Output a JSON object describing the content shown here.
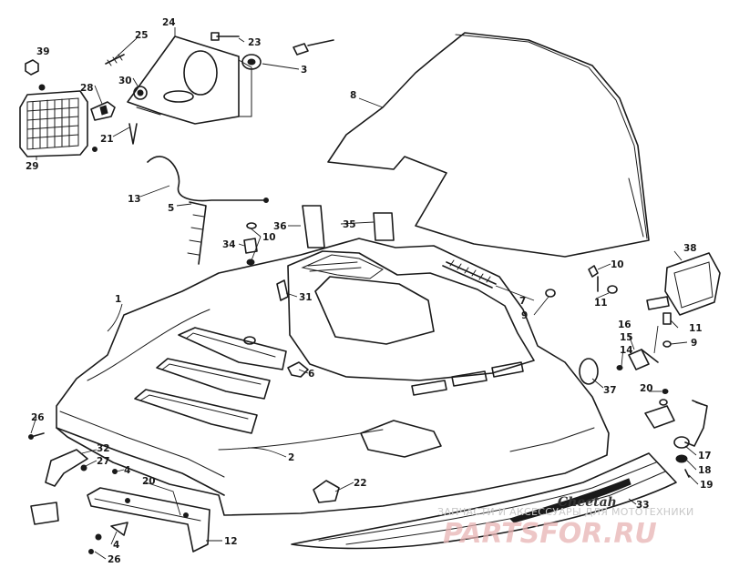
{
  "diagram": {
    "decal_text": "Cheetah",
    "watermark": {
      "caption": "ЗАПЧАСТИ И АКСЕССУАРЫ ДЛЯ МОТОТЕХНИКИ",
      "logo": "PARTSFOR.RU"
    },
    "callouts": [
      {
        "id": "c39",
        "label": "39"
      },
      {
        "id": "c24",
        "label": "24"
      },
      {
        "id": "c25",
        "label": "25"
      },
      {
        "id": "c23",
        "label": "23"
      },
      {
        "id": "c3",
        "label": "3"
      },
      {
        "id": "c28",
        "label": "28"
      },
      {
        "id": "c30",
        "label": "30"
      },
      {
        "id": "c21",
        "label": "21"
      },
      {
        "id": "c29",
        "label": "29"
      },
      {
        "id": "c13",
        "label": "13"
      },
      {
        "id": "c5",
        "label": "5"
      },
      {
        "id": "c8",
        "label": "8"
      },
      {
        "id": "c36",
        "label": "36"
      },
      {
        "id": "c35",
        "label": "35"
      },
      {
        "id": "c34",
        "label": "34"
      },
      {
        "id": "c10a",
        "label": "10"
      },
      {
        "id": "c38",
        "label": "38"
      },
      {
        "id": "c10b",
        "label": "10"
      },
      {
        "id": "c1",
        "label": "1"
      },
      {
        "id": "c31",
        "label": "31"
      },
      {
        "id": "c7",
        "label": "7"
      },
      {
        "id": "c9a",
        "label": "9"
      },
      {
        "id": "c11a",
        "label": "11"
      },
      {
        "id": "c16",
        "label": "16"
      },
      {
        "id": "c11b",
        "label": "11"
      },
      {
        "id": "c15",
        "label": "15"
      },
      {
        "id": "c14",
        "label": "14"
      },
      {
        "id": "c9b",
        "label": "9"
      },
      {
        "id": "c6",
        "label": "6"
      },
      {
        "id": "c37",
        "label": "37"
      },
      {
        "id": "c20a",
        "label": "20"
      },
      {
        "id": "c26a",
        "label": "26"
      },
      {
        "id": "c32",
        "label": "32"
      },
      {
        "id": "c27",
        "label": "27"
      },
      {
        "id": "c2",
        "label": "2"
      },
      {
        "id": "c4a",
        "label": "4"
      },
      {
        "id": "c20b",
        "label": "20"
      },
      {
        "id": "c22",
        "label": "22"
      },
      {
        "id": "c17",
        "label": "17"
      },
      {
        "id": "c18",
        "label": "18"
      },
      {
        "id": "c19",
        "label": "19"
      },
      {
        "id": "c33",
        "label": "33"
      },
      {
        "id": "c4b",
        "label": "4"
      },
      {
        "id": "c12",
        "label": "12"
      },
      {
        "id": "c26b",
        "label": "26"
      }
    ]
  }
}
